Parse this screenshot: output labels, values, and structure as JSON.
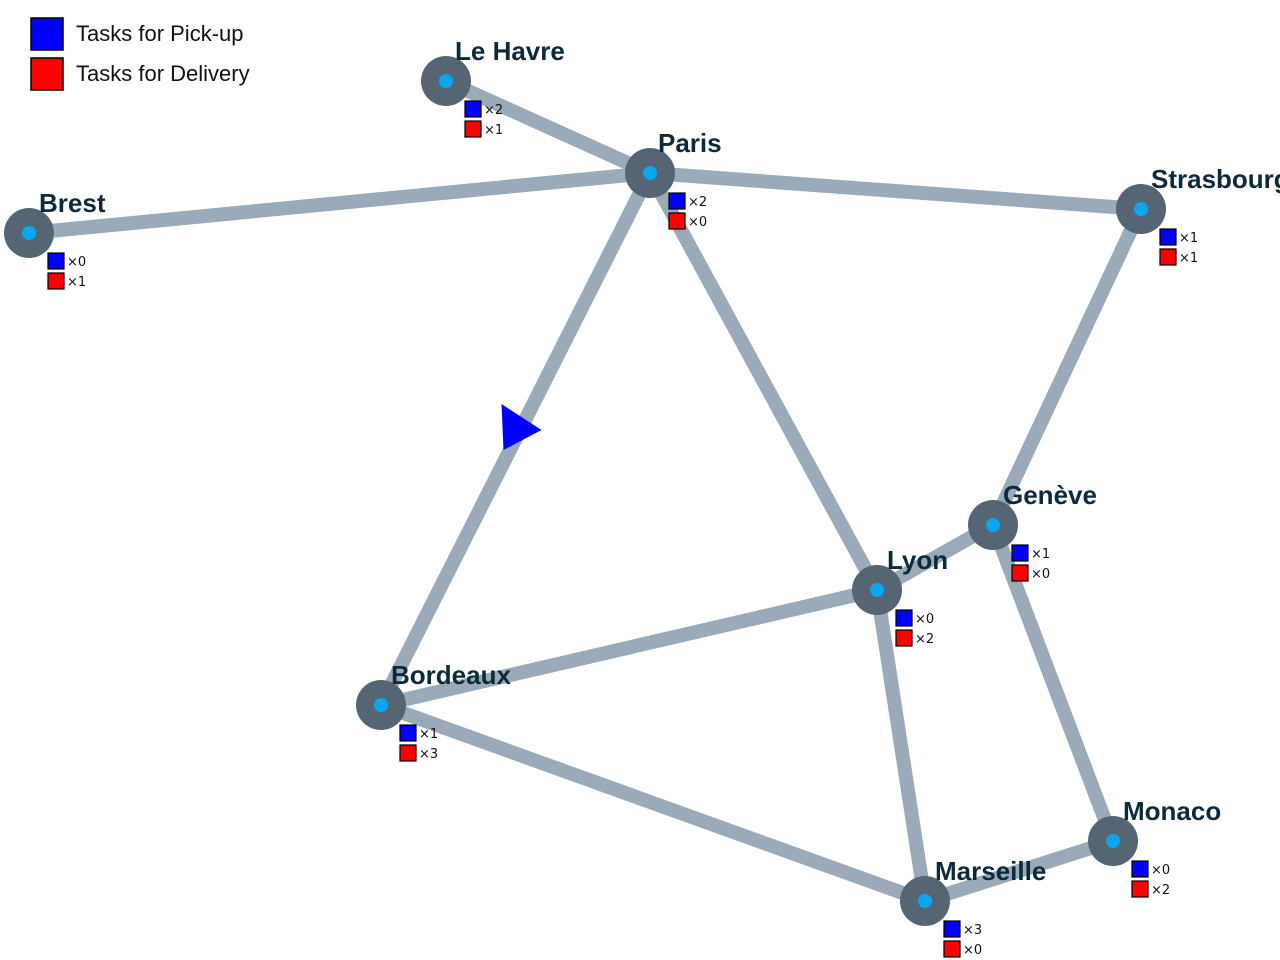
{
  "legend": {
    "pickup_label": "Tasks for Pick-up",
    "delivery_label": "Tasks for Delivery",
    "pickup_color": "#0000ff",
    "delivery_color": "#ff0000"
  },
  "colors": {
    "road": "#9aaab9",
    "node_outer": "#566573",
    "node_inner": "#0aa7f0",
    "vehicle": "#0000ff",
    "label": "#0e2a3a"
  },
  "cities": [
    {
      "id": "le-havre",
      "name": "Le Havre",
      "pickup": "×2",
      "delivery": "×1"
    },
    {
      "id": "paris",
      "name": "Paris",
      "pickup": "×2",
      "delivery": "×0"
    },
    {
      "id": "brest",
      "name": "Brest",
      "pickup": "×0",
      "delivery": "×1"
    },
    {
      "id": "strasbourg",
      "name": "Strasbourg",
      "pickup": "×1",
      "delivery": "×1"
    },
    {
      "id": "geneve",
      "name": "Genève",
      "pickup": "×1",
      "delivery": "×0"
    },
    {
      "id": "lyon",
      "name": "Lyon",
      "pickup": "×0",
      "delivery": "×2"
    },
    {
      "id": "bordeaux",
      "name": "Bordeaux",
      "pickup": "×1",
      "delivery": "×3"
    },
    {
      "id": "monaco",
      "name": "Monaco",
      "pickup": "×0",
      "delivery": "×2"
    },
    {
      "id": "marseille",
      "name": "Marseille",
      "pickup": "×3",
      "delivery": "×0"
    }
  ],
  "roads": [
    [
      "le-havre",
      "paris"
    ],
    [
      "brest",
      "paris"
    ],
    [
      "paris",
      "strasbourg"
    ],
    [
      "paris",
      "bordeaux"
    ],
    [
      "paris",
      "lyon"
    ],
    [
      "strasbourg",
      "geneve"
    ],
    [
      "geneve",
      "lyon"
    ],
    [
      "geneve",
      "monaco"
    ],
    [
      "lyon",
      "bordeaux"
    ],
    [
      "lyon",
      "marseille"
    ],
    [
      "bordeaux",
      "marseille"
    ],
    [
      "marseille",
      "monaco"
    ]
  ],
  "vehicle": {
    "from": "bordeaux",
    "to": "paris",
    "progress": 0.5
  }
}
